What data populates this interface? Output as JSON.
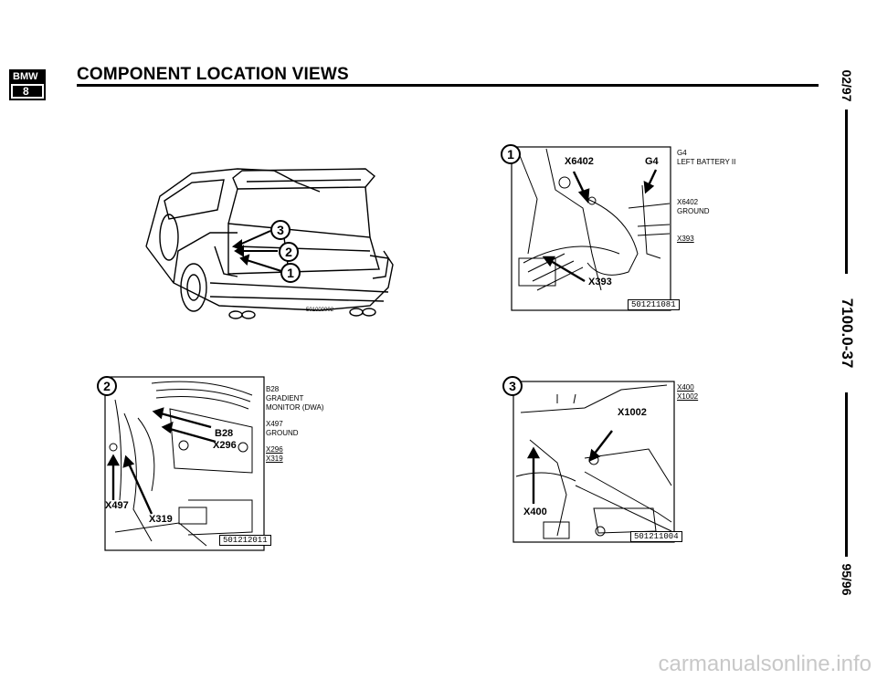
{
  "header": {
    "logo_text": "BMW",
    "logo_number": "8",
    "title": "COMPONENT LOCATION VIEWS"
  },
  "side": {
    "date": "02/97",
    "page_number": "7100.0-37",
    "model_years": "95/96"
  },
  "figures": {
    "car": {
      "part_number": "501000002",
      "callouts": [
        "3",
        "2",
        "1"
      ]
    },
    "view1": {
      "number": "1",
      "labels": {
        "x6402": "X6402",
        "g4": "G4",
        "x393": "X393"
      },
      "part_number": "501211081",
      "legend": [
        {
          "code": "G4",
          "text": "LEFT BATTERY II"
        },
        {
          "code": "X6402",
          "text": "GROUND"
        },
        {
          "code": "X393",
          "text": ""
        }
      ]
    },
    "view2": {
      "number": "2",
      "labels": {
        "b28": "B28",
        "x296": "X296",
        "x497": "X497",
        "x319": "X319"
      },
      "part_number": "501212011",
      "legend": [
        {
          "code": "B28",
          "lines": [
            "GRADIENT",
            "MONITOR (DWA)"
          ]
        },
        {
          "code": "X497",
          "lines": [
            "GROUND"
          ]
        },
        {
          "code": "X296",
          "lines": []
        },
        {
          "code": "X319",
          "lines": []
        }
      ]
    },
    "view3": {
      "number": "3",
      "labels": {
        "x1002": "X1002",
        "x400": "X400"
      },
      "part_number": "501211004",
      "legend": [
        {
          "code": "X400"
        },
        {
          "code": "X1002"
        }
      ]
    }
  },
  "watermark": "carmanualsonline.info"
}
